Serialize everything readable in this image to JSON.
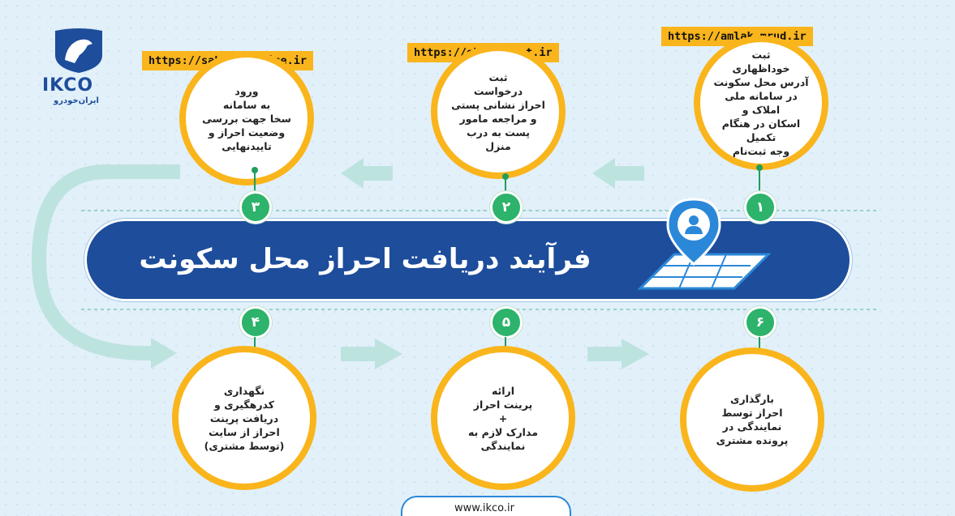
{
  "logo": {
    "brand": "IKCO",
    "subtitle": "ایران‌خودرو"
  },
  "title": "فرآیند دریافت احراز محل سکونت",
  "footer": "www.ikco.ir",
  "steps": [
    {
      "number": "۱",
      "url": "https://amlak.mrud.ir",
      "text": "ثبت\nخوداظهاری\nآدرس محل سکونت\nدر سامانه ملی املاک و\nاسکان در هنگام تکمیل\nوجه ثبت‌نام"
    },
    {
      "number": "۲",
      "url": "https://ehraz.post.ir",
      "text": "ثبت\nدرخواست\nاحراز نشانی پستی\nو مراجعه مامور\nپست به درب\nمنزل"
    },
    {
      "number": "۳",
      "url": "https://sakha.epolice.ir",
      "text": "ورود\nبه سامانه\nسخا جهت بررسی\nوضعیت احراز و\nتاییدنهایی"
    },
    {
      "number": "۴",
      "text": "نگهداری\nکدرهگیری و\nدریافت پرینت\nاحراز از سایت\n(توسط مشتری)"
    },
    {
      "number": "۵",
      "text": "ارائه\nپرینت احراز\n+\nمدارک لازم به\nنمایندگی"
    },
    {
      "number": "۶",
      "text": "بارگذاری\nاحراز توسط\nنمایندگی در\nپرونده مشتری"
    }
  ],
  "colors": {
    "navy": "#1d4d9b",
    "amber": "#f9b51b",
    "green": "#2db36b",
    "light_blue": "#e2f0fa"
  }
}
